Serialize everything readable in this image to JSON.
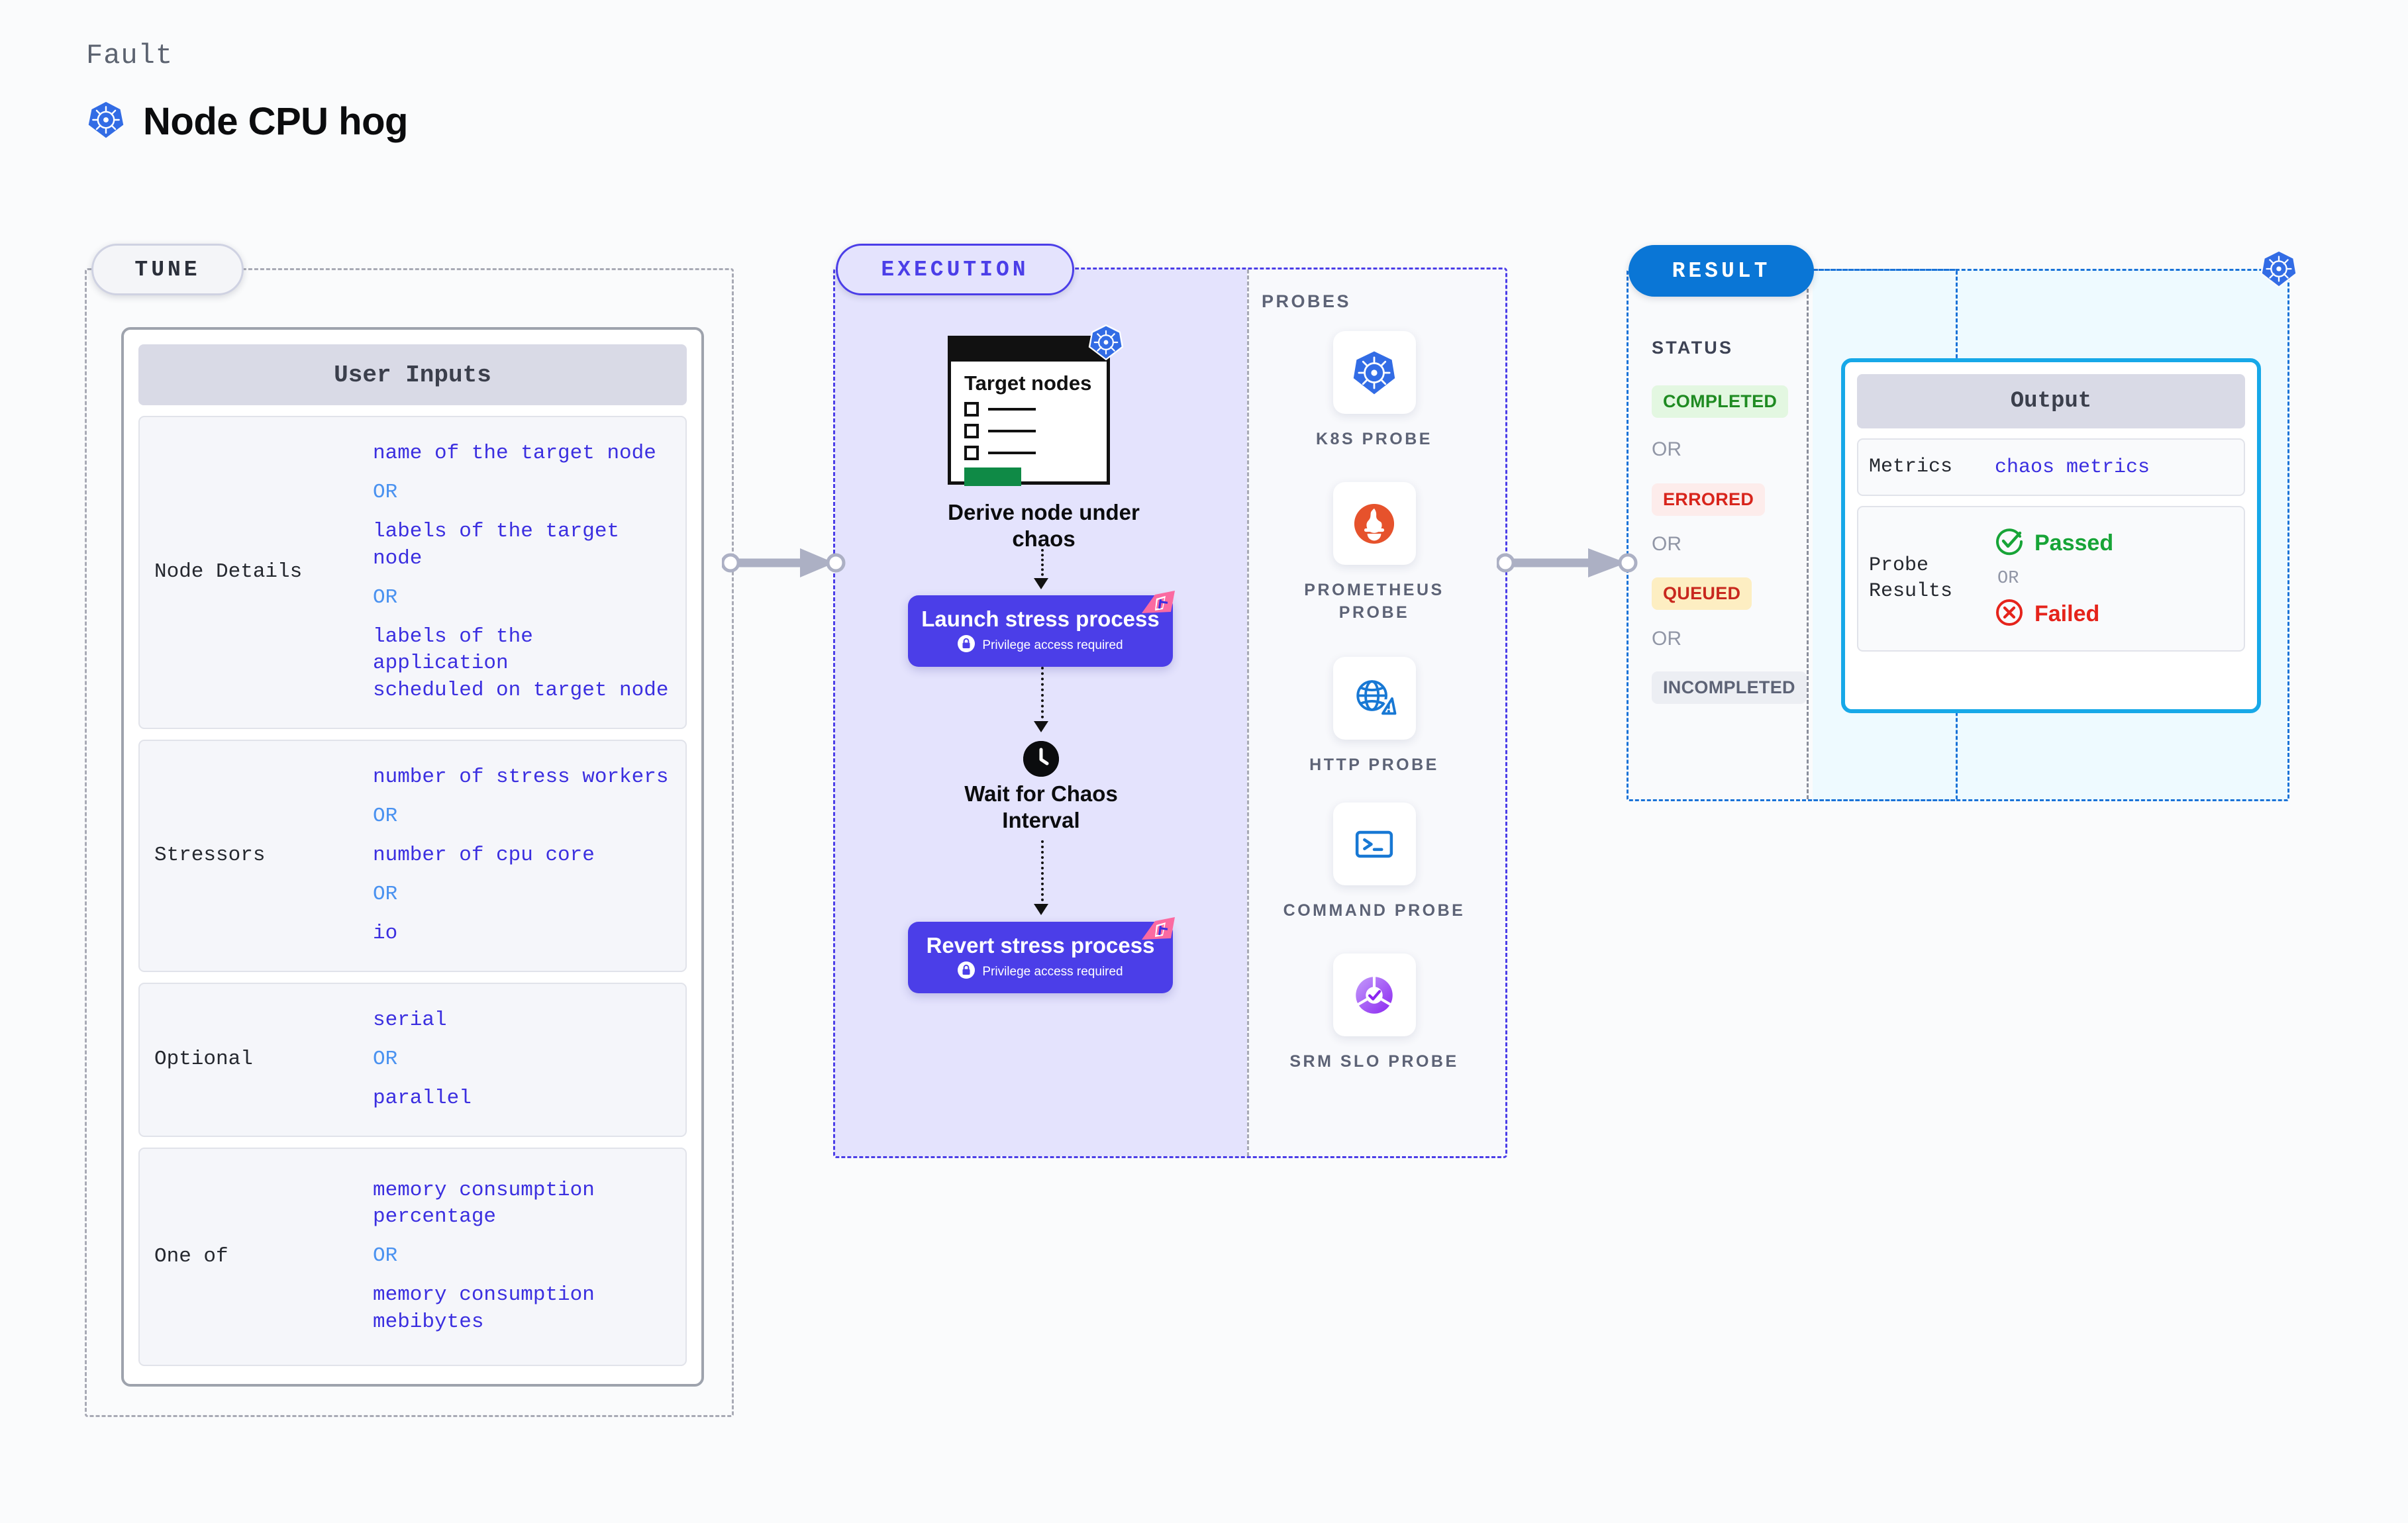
{
  "header": {
    "kicker": "Fault",
    "title": "Node CPU hog",
    "icon": "kubernetes-icon"
  },
  "tune": {
    "pill_label": "TUNE",
    "card_title": "User Inputs",
    "rows": [
      {
        "key": "Node Details",
        "values": [
          "name of the target node",
          "labels of the target node",
          "labels of the application\n scheduled on target node"
        ],
        "separator": "OR"
      },
      {
        "key": "Stressors",
        "values": [
          "number of stress workers",
          "number of cpu core",
          "io"
        ],
        "separator": "OR"
      },
      {
        "key": "Optional",
        "values": [
          "serial",
          "parallel"
        ],
        "separator": "OR"
      },
      {
        "key": "One of",
        "values": [
          "memory consumption percentage",
          "memory consumption mebibytes"
        ],
        "separator": "OR"
      }
    ]
  },
  "execution": {
    "pill_label": "EXECUTION",
    "node_card": {
      "title": "Target nodes",
      "checkbox_count": 3
    },
    "steps": [
      {
        "label": "Derive node under chaos",
        "type": "node-card"
      },
      {
        "label": "Launch stress process",
        "type": "stress",
        "note": "Privilege access required",
        "note_icon": "lock-icon"
      },
      {
        "label": "Wait for Chaos Interval",
        "type": "clock",
        "icon": "clock-icon"
      },
      {
        "label": "Revert stress process",
        "type": "stress",
        "note": "Privilege access required",
        "note_icon": "lock-icon"
      }
    ]
  },
  "probes": {
    "section_label": "PROBES",
    "items": [
      {
        "name": "K8S PROBE",
        "icon": "kubernetes-icon"
      },
      {
        "name": "PROMETHEUS PROBE",
        "icon": "prometheus-icon"
      },
      {
        "name": "HTTP PROBE",
        "icon": "globe-warning-icon"
      },
      {
        "name": "COMMAND PROBE",
        "icon": "terminal-icon"
      },
      {
        "name": "SRM SLO PROBE",
        "icon": "slo-gauge-icon"
      }
    ]
  },
  "result": {
    "pill_label": "RESULT",
    "status_label": "STATUS",
    "separator": "OR",
    "statuses": [
      {
        "label": "COMPLETED",
        "bg": "#e3f7e1",
        "fg": "#1f8b22"
      },
      {
        "label": "ERRORED",
        "bg": "#fdeceb",
        "fg": "#d8251c"
      },
      {
        "label": "QUEUED",
        "bg": "#fdeec2",
        "fg": "#c8281e"
      },
      {
        "label": "INCOMPLETED",
        "bg": "#eceef3",
        "fg": "#5d6376"
      }
    ],
    "corner_icon": "kubernetes-icon",
    "output": {
      "title": "Output",
      "rows": [
        {
          "key": "Metrics",
          "value": "chaos metrics"
        }
      ],
      "probe_results": {
        "key": "Probe Results",
        "pass_label": "Passed",
        "fail_label": "Failed",
        "separator": "OR",
        "pass_icon": "check-circle-icon",
        "fail_icon": "x-circle-icon"
      }
    }
  },
  "colors": {
    "accent_indigo": "#4b3ee8",
    "accent_blue": "#0a76d6",
    "accent_cyan": "#17a8e8",
    "k8s_blue": "#326ce5",
    "pass_green": "#17a437",
    "fail_red": "#e5231b",
    "ribbon_pink": "#fb6aa1"
  }
}
